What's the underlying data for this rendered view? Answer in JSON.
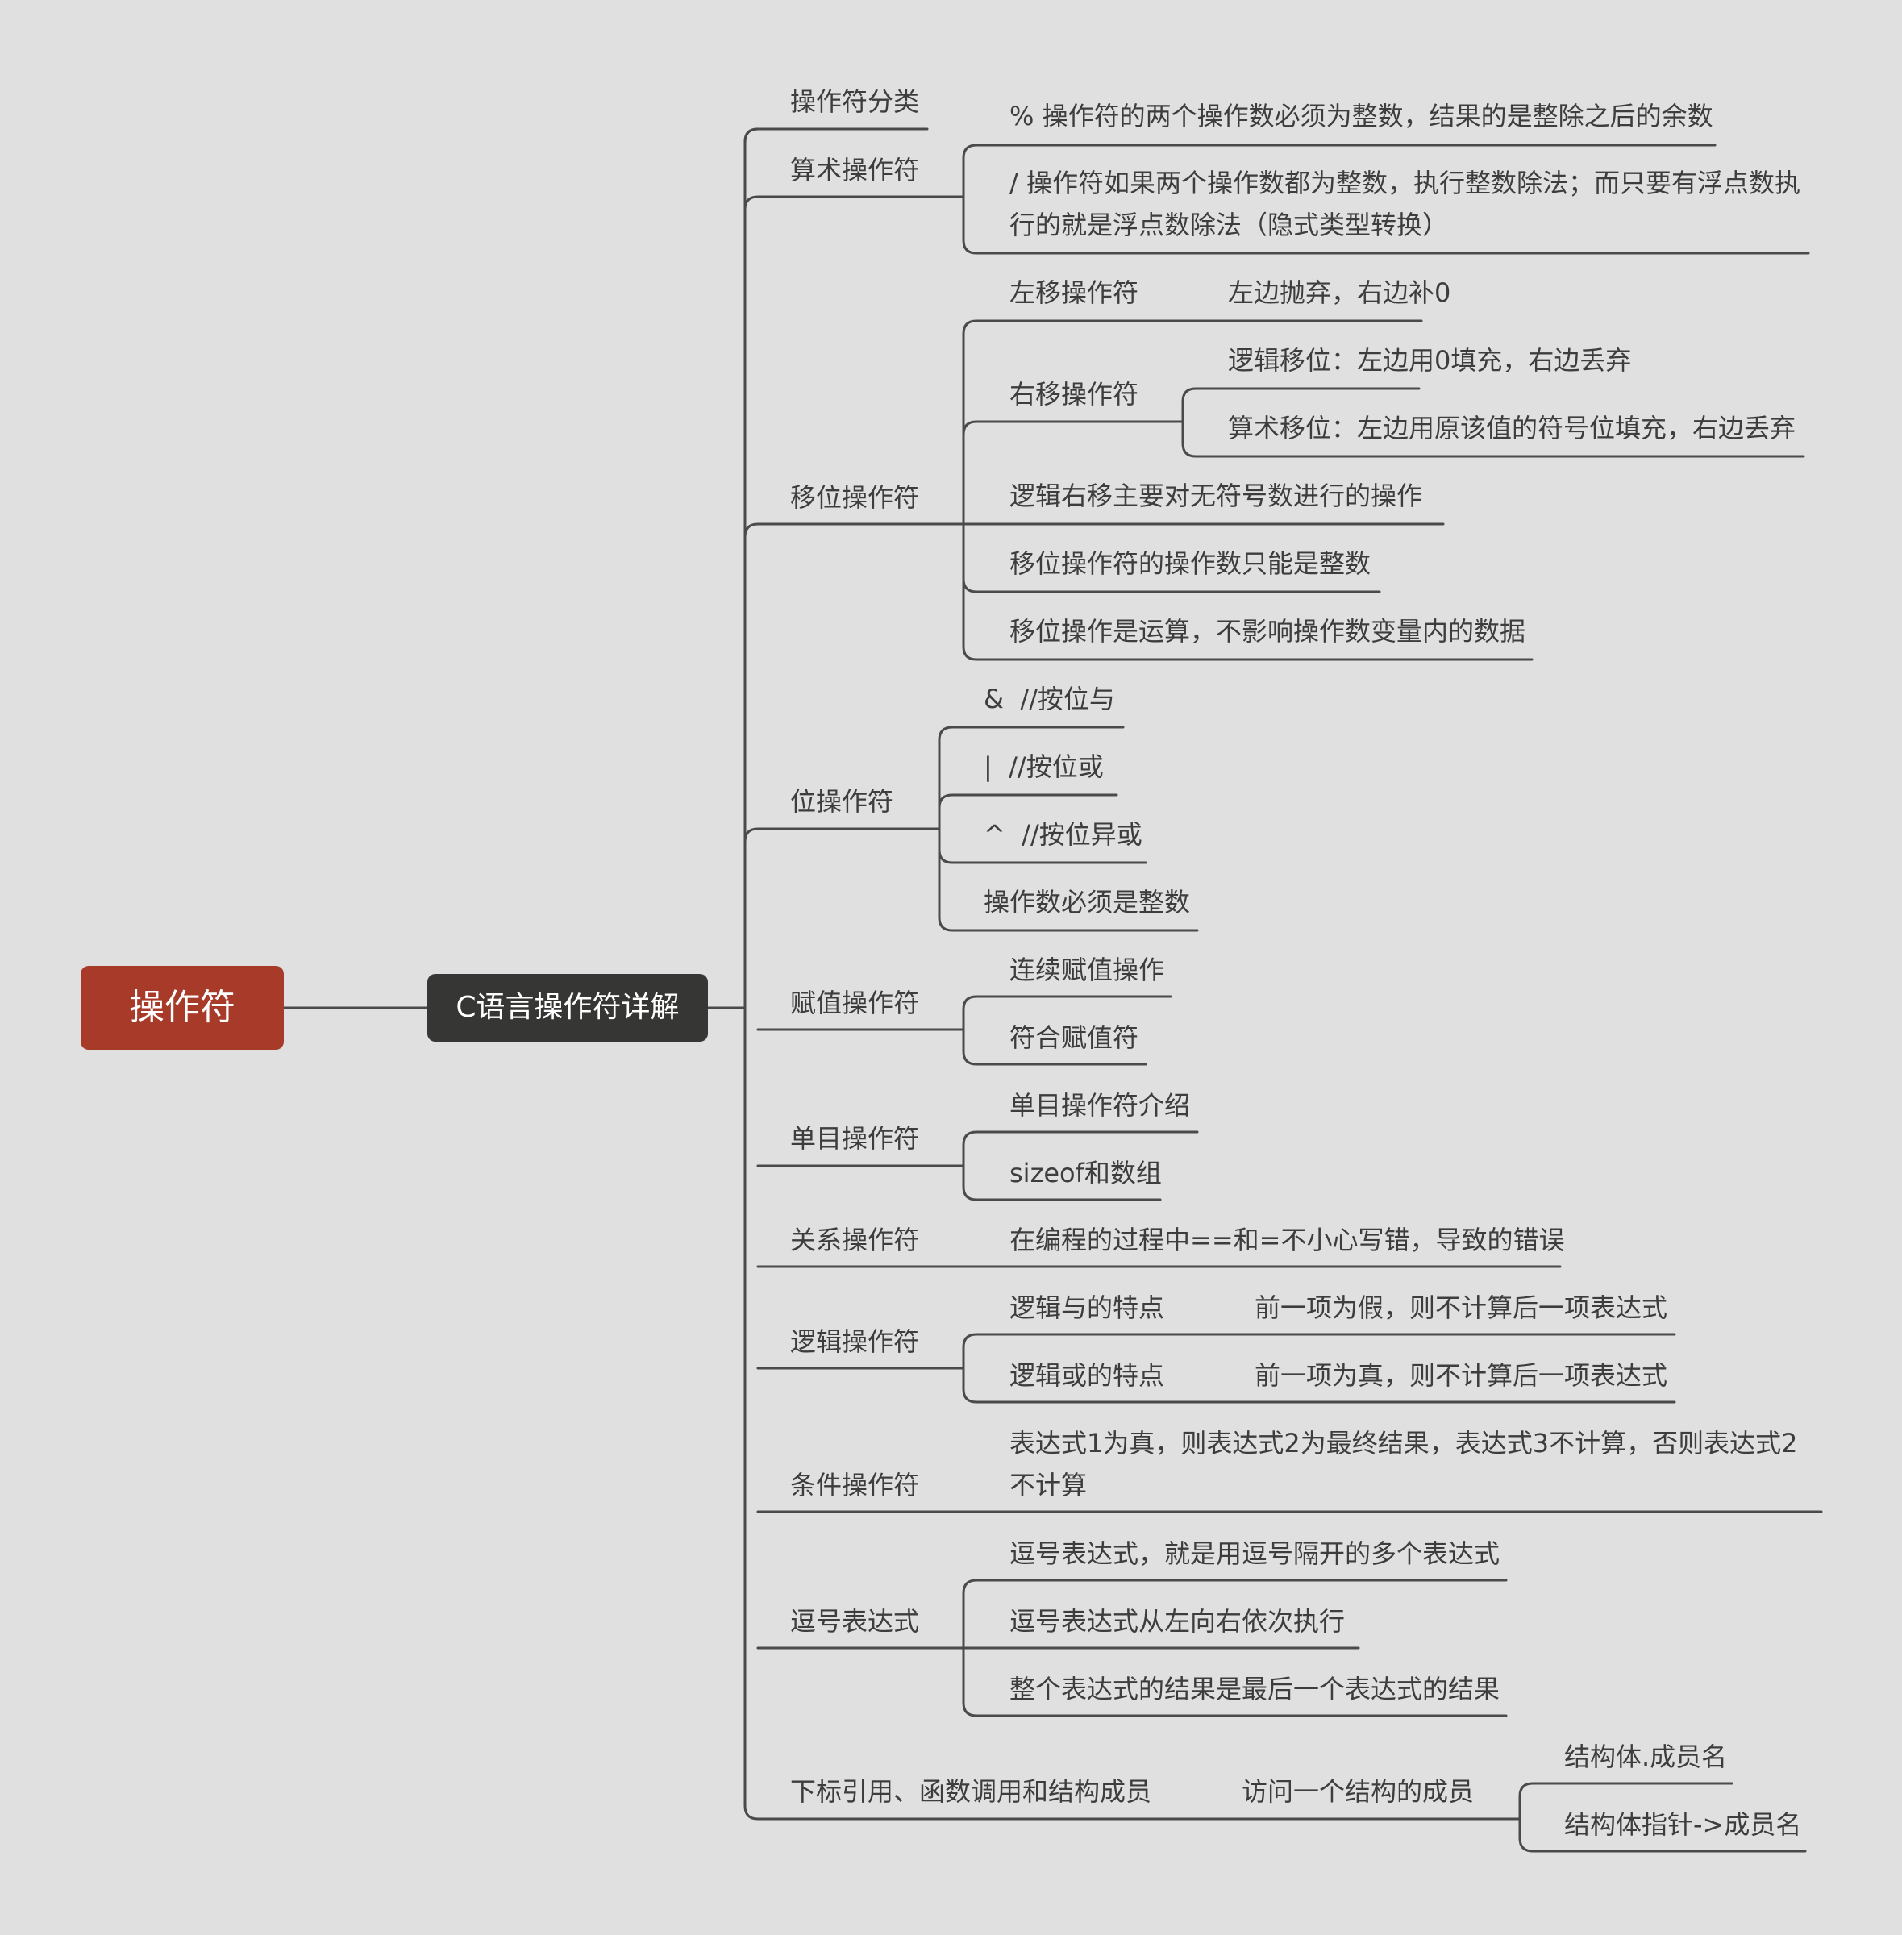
{
  "root": {
    "label": "操作符"
  },
  "main": {
    "label": "C语言操作符详解"
  },
  "categories": {
    "classification": {
      "label": "操作符分类"
    },
    "arithmetic": {
      "label": "算术操作符",
      "items": [
        "% 操作符的两个操作数必须为整数，结果的是整除之后的余数",
        "/ 操作符如果两个操作数都为整数，执行整数除法；而只要有浮点数执行的就是浮点数除法（隐式类型转换）"
      ]
    },
    "shift": {
      "label": "移位操作符",
      "left": {
        "label": "左移操作符",
        "detail": "左边抛弃，右边补0"
      },
      "right": {
        "label": "右移操作符",
        "details": [
          "逻辑移位：左边用0填充，右边丢弃",
          "算术移位：左边用原该值的符号位填充，右边丢弃"
        ]
      },
      "items": [
        "逻辑右移主要对无符号数进行的操作",
        "移位操作符的操作数只能是整数",
        "移位操作是运算，不影响操作数变量内的数据"
      ]
    },
    "bitwise": {
      "label": "位操作符",
      "items": [
        "&  //按位与",
        "|  //按位或",
        "^  //按位异或",
        "操作数必须是整数"
      ]
    },
    "assignment": {
      "label": "赋值操作符",
      "items": [
        "连续赋值操作",
        "符合赋值符"
      ]
    },
    "unary": {
      "label": "单目操作符",
      "items": [
        "单目操作符介绍",
        "sizeof和数组"
      ]
    },
    "relational": {
      "label": "关系操作符",
      "items": [
        "在编程的过程中==和=不小心写错，导致的错误"
      ]
    },
    "logical": {
      "label": "逻辑操作符",
      "and": {
        "label": "逻辑与的特点",
        "detail": "前一项为假，则不计算后一项表达式"
      },
      "or": {
        "label": "逻辑或的特点",
        "detail": "前一项为真，则不计算后一项表达式"
      }
    },
    "conditional": {
      "label": "条件操作符",
      "items": [
        "表达式1为真，则表达式2为最终结果，表达式3不计算，否则表达式2不计算"
      ]
    },
    "comma": {
      "label": "逗号表达式",
      "items": [
        "逗号表达式，就是用逗号隔开的多个表达式",
        "逗号表达式从左向右依次执行",
        "整个表达式的结果是最后一个表达式的结果"
      ]
    },
    "subscript": {
      "label": "下标引用、函数调用和结构成员",
      "child": {
        "label": "访问一个结构的成员",
        "items": [
          "结构体.成员名",
          "结构体指针->成员名"
        ]
      }
    }
  }
}
